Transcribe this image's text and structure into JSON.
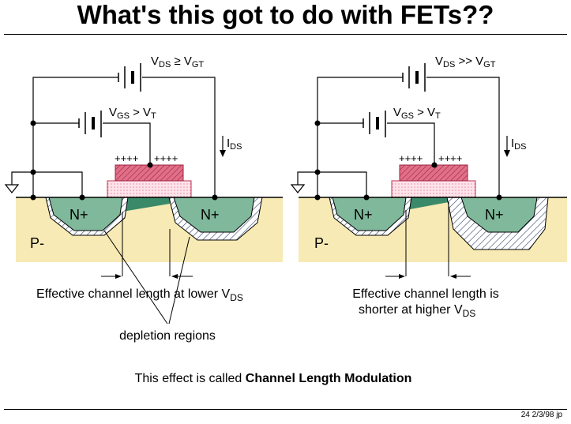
{
  "slide": {
    "title": "What's this got to do with FETs??",
    "caption_prefix": "This effect is called ",
    "caption_bold": "Channel Length Modulation",
    "footer": "24  2/3/98  jp"
  },
  "left": {
    "vds_main": "V",
    "vds_sub": "DS",
    "vds_op": " ≥ V",
    "vds_rhs_sub": "GT",
    "vgs_main": "V",
    "vgs_sub": "GS",
    "vgs_op": " > V",
    "vgs_rhs_sub": "T",
    "ids_main": "I",
    "ids_sub": "DS",
    "charges_a": "++++",
    "charges_b": "++++",
    "source": "N+",
    "drain": "N+",
    "substrate": "P-",
    "channel_label": "Effective channel length at lower V",
    "channel_label_sub": "DS",
    "depletion_label": "depletion regions"
  },
  "right": {
    "vds_main": "V",
    "vds_sub": "DS",
    "vds_op": " >> V",
    "vds_rhs_sub": "GT",
    "vgs_main": "V",
    "vgs_sub": "GS",
    "vgs_op": " > V",
    "vgs_rhs_sub": "T",
    "ids_main": "I",
    "ids_sub": "DS",
    "charges_a": "++++",
    "charges_b": "++++",
    "source": "N+",
    "drain": "N+",
    "substrate": "P-",
    "channel_label_line1": "Effective channel length is",
    "channel_label_line2": "shorter at higher V",
    "channel_label_sub": "DS"
  },
  "colors": {
    "substrate": "#f7eab4",
    "n_region": "#7fb89a",
    "oxide": "#fde0e8",
    "gate": "#d9607a",
    "channel": "#3a8a6a"
  }
}
